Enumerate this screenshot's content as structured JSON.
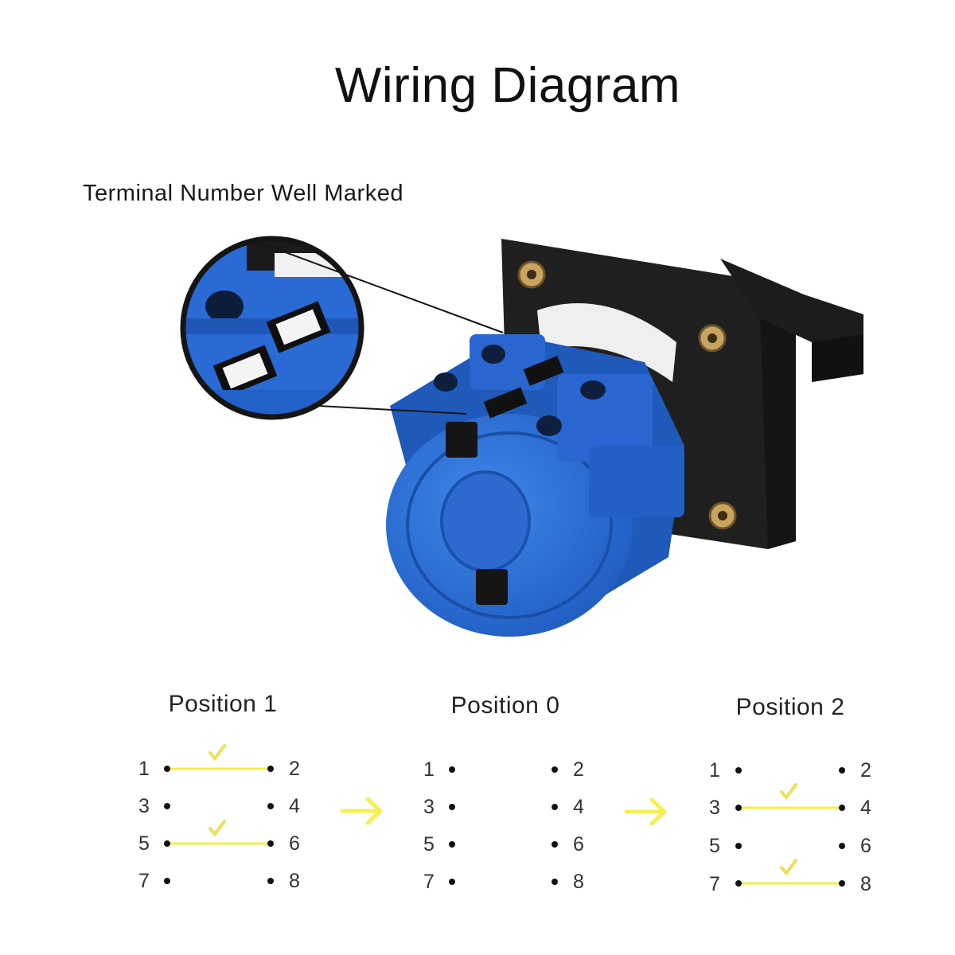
{
  "header": {
    "title": "Wiring Diagram",
    "subtitle": "Terminal Number Well Marked"
  },
  "product": {
    "icon": "rotary-cam-switch-photo",
    "colors": {
      "body": "#2e6fd6",
      "base": "#1c1c1c",
      "label": "#f2f2f2"
    }
  },
  "positions": [
    {
      "label": "Position 1",
      "terminals": [
        "1",
        "2",
        "3",
        "4",
        "5",
        "6",
        "7",
        "8"
      ],
      "closed_pairs": [
        [
          "1",
          "2"
        ],
        [
          "5",
          "6"
        ]
      ]
    },
    {
      "label": "Position 0",
      "terminals": [
        "1",
        "2",
        "3",
        "4",
        "5",
        "6",
        "7",
        "8"
      ],
      "closed_pairs": []
    },
    {
      "label": "Position 2",
      "terminals": [
        "1",
        "2",
        "3",
        "4",
        "5",
        "6",
        "7",
        "8"
      ],
      "closed_pairs": [
        [
          "3",
          "4"
        ],
        [
          "7",
          "8"
        ]
      ]
    }
  ],
  "colors": {
    "contact_line": "#f0ef4a",
    "arrow": "#f3f053",
    "dot": "#111111"
  }
}
